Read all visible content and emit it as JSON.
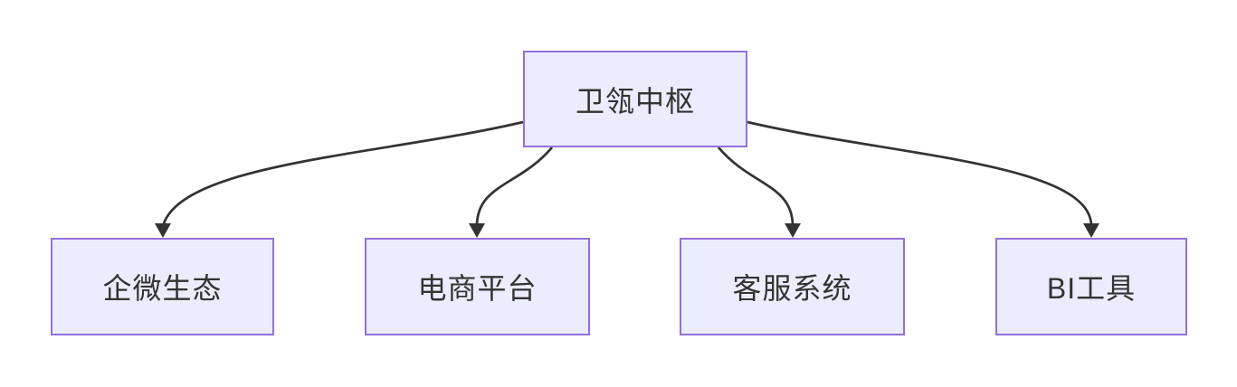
{
  "diagram": {
    "type": "flowchart",
    "direction": "top-down",
    "background": "#FFFFFF",
    "root": {
      "id": "hub",
      "label": "卫瓴中枢"
    },
    "children": [
      {
        "id": "wecom",
        "label": "企微生态"
      },
      {
        "id": "ecommerce",
        "label": "电商平台"
      },
      {
        "id": "service",
        "label": "客服系统"
      },
      {
        "id": "bi",
        "label": "BI工具"
      }
    ],
    "edges": [
      {
        "from": "卫瓴中枢",
        "to": "企微生态",
        "arrow": "arrowhead-down"
      },
      {
        "from": "卫瓴中枢",
        "to": "电商平台",
        "arrow": "arrowhead-down"
      },
      {
        "from": "卫瓴中枢",
        "to": "客服系统",
        "arrow": "arrowhead-down"
      },
      {
        "from": "卫瓴中枢",
        "to": "BI工具",
        "arrow": "arrowhead-down"
      }
    ],
    "colors": {
      "node_fill": "#ECECFF",
      "node_border": "#9370DB",
      "edge_stroke": "#333333",
      "text": "#333333"
    }
  }
}
